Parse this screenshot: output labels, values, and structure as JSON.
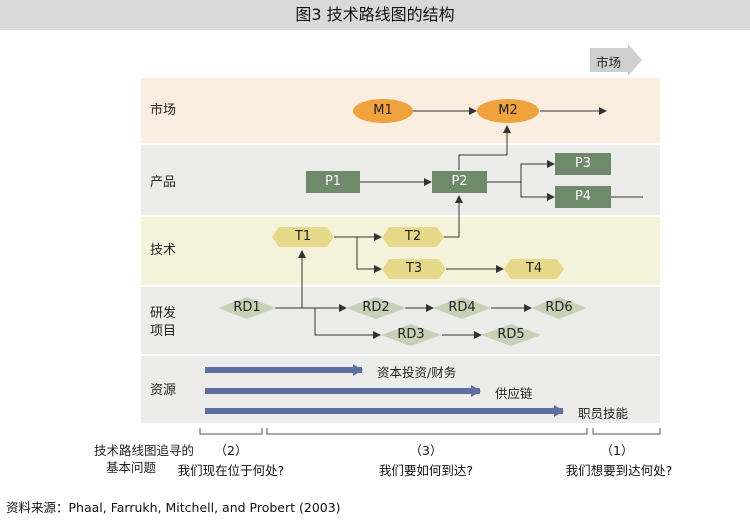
{
  "title": "图3  技术路线图的结构",
  "market_arrow_label": "市场",
  "bands": [
    {
      "id": "market",
      "label": "市场"
    },
    {
      "id": "product",
      "label": "产品"
    },
    {
      "id": "technology",
      "label": "技术"
    },
    {
      "id": "rnd",
      "label_line1": "研发",
      "label_line2": "项目"
    },
    {
      "id": "resources",
      "label": "资源"
    }
  ],
  "nodes": {
    "M1": "M1",
    "M2": "M2",
    "P1": "P1",
    "P2": "P2",
    "P3": "P3",
    "P4": "P4",
    "T1": "T1",
    "T2": "T2",
    "T3": "T3",
    "T4": "T4",
    "RD1": "RD1",
    "RD2": "RD2",
    "RD3": "RD3",
    "RD4": "RD4",
    "RD5": "RD5",
    "RD6": "RD6"
  },
  "resources": [
    "资本投资/财务",
    "供应链",
    "职员技能"
  ],
  "questions": {
    "heading_line1": "技术路线图追寻的",
    "heading_line2": "基本问题",
    "q2_num": "（2）",
    "q2": "我们现在位于何处?",
    "q3_num": "（3）",
    "q3": "我们要如何到达?",
    "q1_num": "（1）",
    "q1": "我们想要到达何处?"
  },
  "source": "资料来源：Phaal, Farrukh, Mitchell, and Probert (2003)",
  "colors": {
    "market_band": "#fbeee0",
    "product_band": "#ececea",
    "tech_band": "#f6f3dc",
    "rnd_band": "#ececea",
    "resource_band": "#ececea",
    "market_node": "#f0a23c",
    "product_node": "#6f8a6b",
    "tech_node": "#e6d98a",
    "rnd_node": "#c7d1b6",
    "resource_arrow": "#5f6ea0",
    "title_bar": "#d9d9d9"
  }
}
